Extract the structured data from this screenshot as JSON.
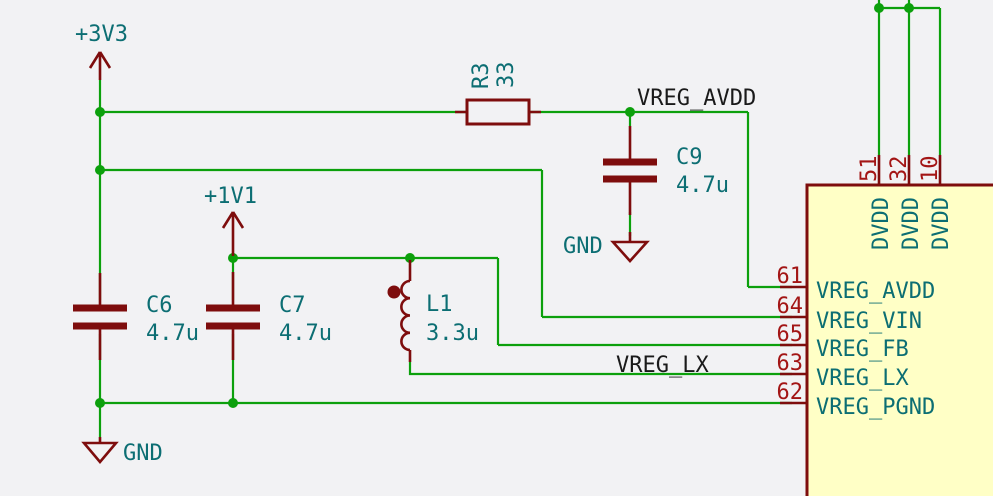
{
  "colors": {
    "background": "#F2F2F4",
    "wire": "#0CA00C",
    "junction": "#0CA00C",
    "symbol": "#7E0D0D",
    "pin_number": "#A31515",
    "field": "#0C6E73",
    "label": "#1A1A1A",
    "ic_fill": "#FFFFC6"
  },
  "power": {
    "v3v3": "+3V3",
    "v1v1": "+1V1",
    "gnd_left": "GND",
    "gnd_c9": "GND"
  },
  "components": {
    "r3": {
      "ref": "R3",
      "value": "33"
    },
    "c6": {
      "ref": "C6",
      "value": "4.7u"
    },
    "c7": {
      "ref": "C7",
      "value": "4.7u"
    },
    "c9": {
      "ref": "C9",
      "value": "4.7u"
    },
    "l1": {
      "ref": "L1",
      "value": "3.3u"
    }
  },
  "net_labels": {
    "avdd": "VREG_AVDD",
    "lx": "VREG_LX"
  },
  "ic": {
    "top_pins": [
      {
        "number": "51",
        "name": "DVDD"
      },
      {
        "number": "32",
        "name": "DVDD"
      },
      {
        "number": "10",
        "name": "DVDD"
      }
    ],
    "left_pins": [
      {
        "number": "61",
        "name": "VREG_AVDD"
      },
      {
        "number": "64",
        "name": "VREG_VIN"
      },
      {
        "number": "65",
        "name": "VREG_FB"
      },
      {
        "number": "63",
        "name": "VREG_LX"
      },
      {
        "number": "62",
        "name": "VREG_PGND"
      }
    ]
  }
}
